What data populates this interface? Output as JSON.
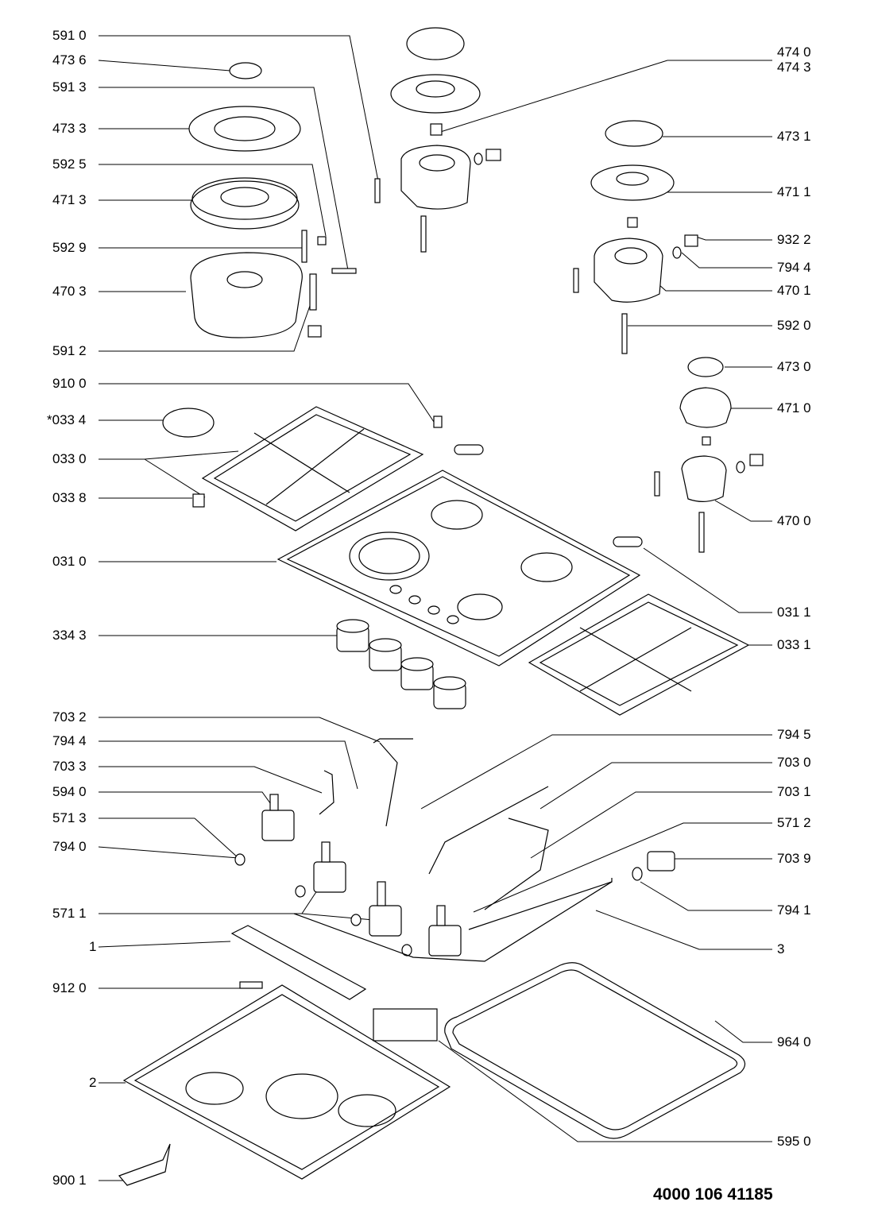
{
  "left_labels": [
    "591 0",
    "473 6",
    "591 3",
    "473 3",
    "592 5",
    "471 3",
    "592 9",
    "470 3",
    "591 2",
    "910 0",
    "*033 4",
    "033 0",
    "033 8",
    "031 0",
    "334 3",
    "703 2",
    "794 4",
    "703 3",
    "594 0",
    "571 3",
    "794 0",
    "571 1",
    "1",
    "912 0",
    "2",
    "900 1"
  ],
  "right_labels": [
    "474 0",
    "474 3",
    "473 1",
    "471 1",
    "932 2",
    "794 4",
    "470 1",
    "592 0",
    "473 0",
    "471 0",
    "470 0",
    "031 1",
    "033 1",
    "794 5",
    "703 0",
    "703 1",
    "571 2",
    "703 9",
    "794 1",
    "3",
    "964 0",
    "595 0"
  ],
  "document_number": "4000 106 41185"
}
